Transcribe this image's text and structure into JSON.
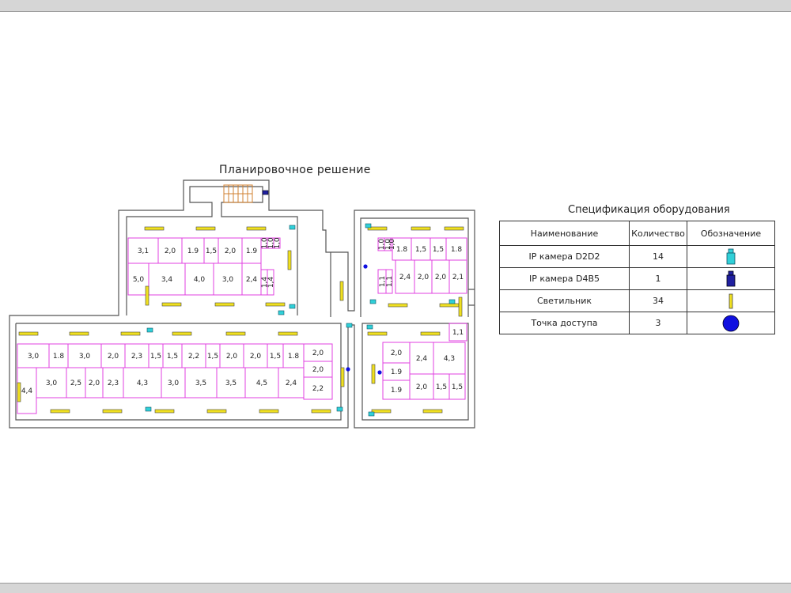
{
  "plan": {
    "title": "Планировочное решение",
    "rooms": [
      "3,1",
      "2,0",
      "1.9",
      "1,5",
      "2,0",
      "1.9",
      "1,0",
      "1,0",
      "1,0",
      "5,0",
      "3,4",
      "4,0",
      "3,0",
      "2,4",
      "1,4",
      "1,4",
      "1.8",
      "1,5",
      "1,5",
      "1.8",
      "1,0",
      "1,0",
      "1,0",
      "2,4",
      "2,0",
      "2,0",
      "2,1",
      "1,1",
      "1,1",
      "3,0",
      "1.8",
      "3,0",
      "2,0",
      "2,3",
      "1,5",
      "1,5",
      "2,2",
      "1,5",
      "2,0",
      "2,0",
      "1,5",
      "1.8",
      "2,0",
      "2,0",
      "4,4",
      "3,0",
      "2,5",
      "2,0",
      "2,3",
      "4,3",
      "3,0",
      "3,5",
      "3,5",
      "4,5",
      "2,4",
      "2,2",
      "1,1",
      "2,0",
      "2,4",
      "4,3",
      "1.9",
      "1.9",
      "2,0",
      "1,5",
      "1,5"
    ],
    "colors": {
      "walls": "#555555",
      "rooms": "#e040e0",
      "stairs": "#d08030",
      "lamp": "#f0e020",
      "camera_d2d2": "#30d0d8",
      "camera_d4b5": "#2020a0",
      "access_point": "#1010e0"
    }
  },
  "spec": {
    "title": "Спецификация оборудования",
    "headers": [
      "Наименование",
      "Количество",
      "Обозначение"
    ],
    "rows": [
      {
        "name": "IP камера D2D2",
        "qty": "14",
        "icon": "ip-camera-d2d2-icon"
      },
      {
        "name": "IP камера D4B5",
        "qty": "1",
        "icon": "ip-camera-d4b5-icon"
      },
      {
        "name": "Светильник",
        "qty": "34",
        "icon": "lamp-icon"
      },
      {
        "name": "Точка доступа",
        "qty": "3",
        "icon": "access-point-icon"
      }
    ]
  }
}
